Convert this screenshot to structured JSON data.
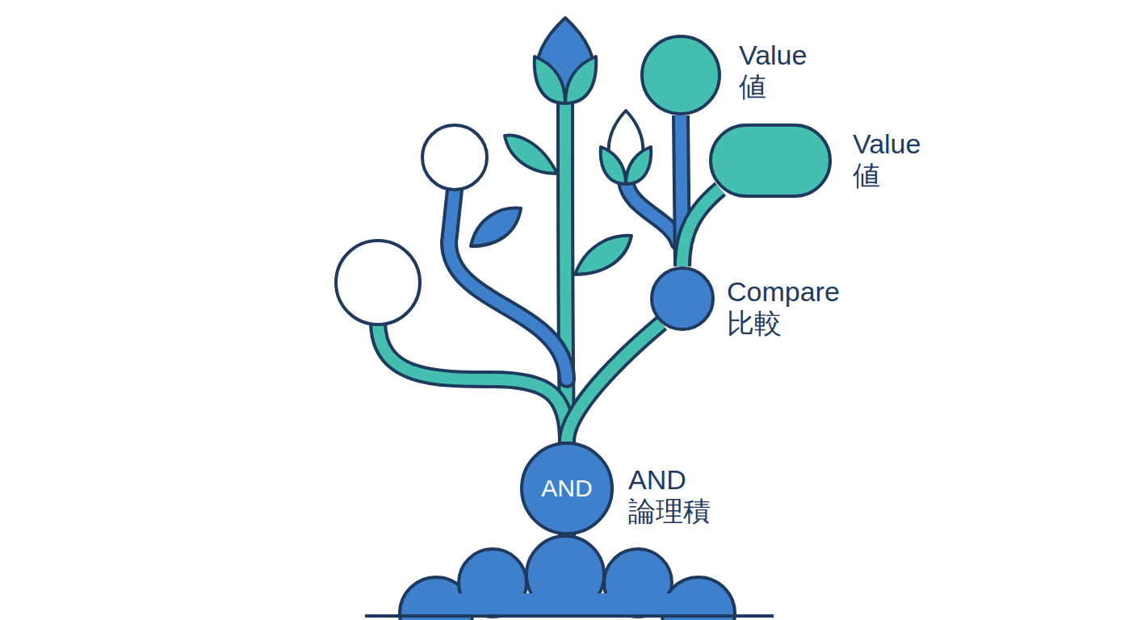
{
  "diagram": {
    "nodes": [
      {
        "text": [
          "Value",
          "値"
        ]
      },
      {
        "text": [
          "Value",
          "値"
        ]
      },
      {
        "text": [
          "Compare",
          "比較"
        ]
      },
      {
        "text": [
          "AND",
          "AND",
          "論理積"
        ]
      }
    ],
    "edges": [
      {
        "from": 0,
        "to": 2,
        "arrow": "none"
      },
      {
        "from": 1,
        "to": 2,
        "arrow": "none"
      },
      {
        "from": 2,
        "to": 3,
        "arrow": "none"
      }
    ]
  }
}
